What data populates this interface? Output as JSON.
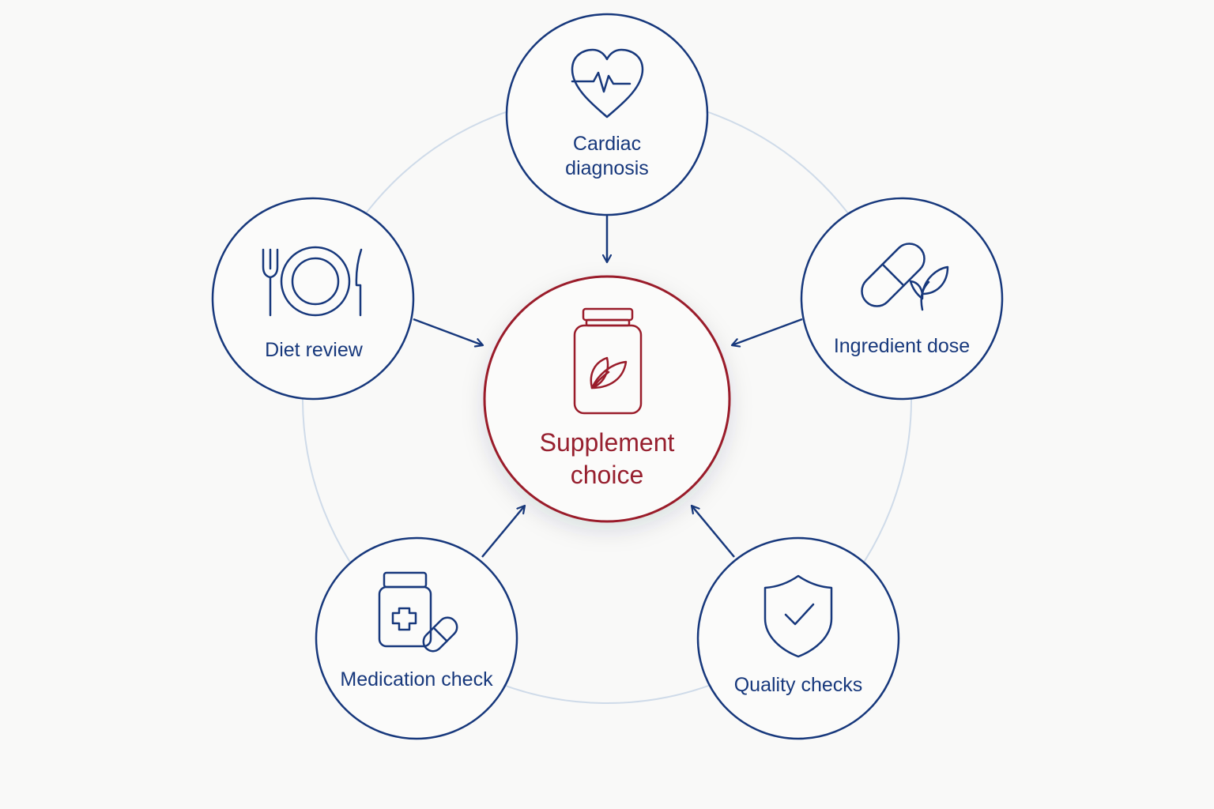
{
  "center": {
    "label_line1": "Supplement",
    "label_line2": "choice",
    "icon": "supplement-bottle-leaf-icon"
  },
  "factors": [
    {
      "id": "cardiac",
      "line1": "Cardiac",
      "line2": "diagnosis",
      "icon": "heart-pulse-icon"
    },
    {
      "id": "diet",
      "line1": "Diet review",
      "icon": "plate-fork-knife-icon"
    },
    {
      "id": "ingredient",
      "line1": "Ingredient dose",
      "icon": "capsule-leaf-icon"
    },
    {
      "id": "medication",
      "line1": "Medication check",
      "icon": "medicine-bottle-pill-icon"
    },
    {
      "id": "quality",
      "line1": "Quality checks",
      "icon": "shield-check-icon"
    }
  ],
  "colors": {
    "background": "#f9f9f8",
    "node_stroke": "#17387c",
    "center_stroke": "#9a1c2a",
    "center_text": "#97202f",
    "ring": "#cfdbe9"
  }
}
